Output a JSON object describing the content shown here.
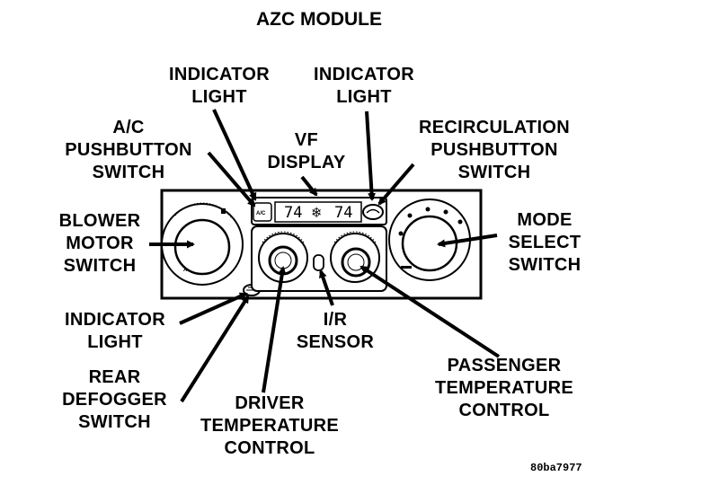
{
  "title": "AZC MODULE",
  "labels": {
    "indicator_light_left": [
      "INDICATOR",
      "LIGHT"
    ],
    "indicator_light_right": [
      "INDICATOR",
      "LIGHT"
    ],
    "ac_pushbutton": [
      "A/C",
      "PUSHBUTTON",
      "SWITCH"
    ],
    "vf_display": [
      "VF",
      "DISPLAY"
    ],
    "recirculation": [
      "RECIRCULATION",
      "PUSHBUTTON",
      "SWITCH"
    ],
    "blower_motor": [
      "BLOWER",
      "MOTOR",
      "SWITCH"
    ],
    "mode_select": [
      "MODE",
      "SELECT",
      "SWITCH"
    ],
    "indicator_light_lower": [
      "INDICATOR",
      "LIGHT"
    ],
    "ir_sensor": [
      "I/R",
      "SENSOR"
    ],
    "rear_defogger": [
      "REAR",
      "DEFOGGER",
      "SWITCH"
    ],
    "driver_temp": [
      "DRIVER",
      "TEMPERATURE",
      "CONTROL"
    ],
    "passenger_temp": [
      "PASSENGER",
      "TEMPERATURE",
      "CONTROL"
    ]
  },
  "display": {
    "left_temp": "74",
    "right_temp": "74",
    "ac_button_text": "A/C"
  },
  "reference": "80ba7977"
}
